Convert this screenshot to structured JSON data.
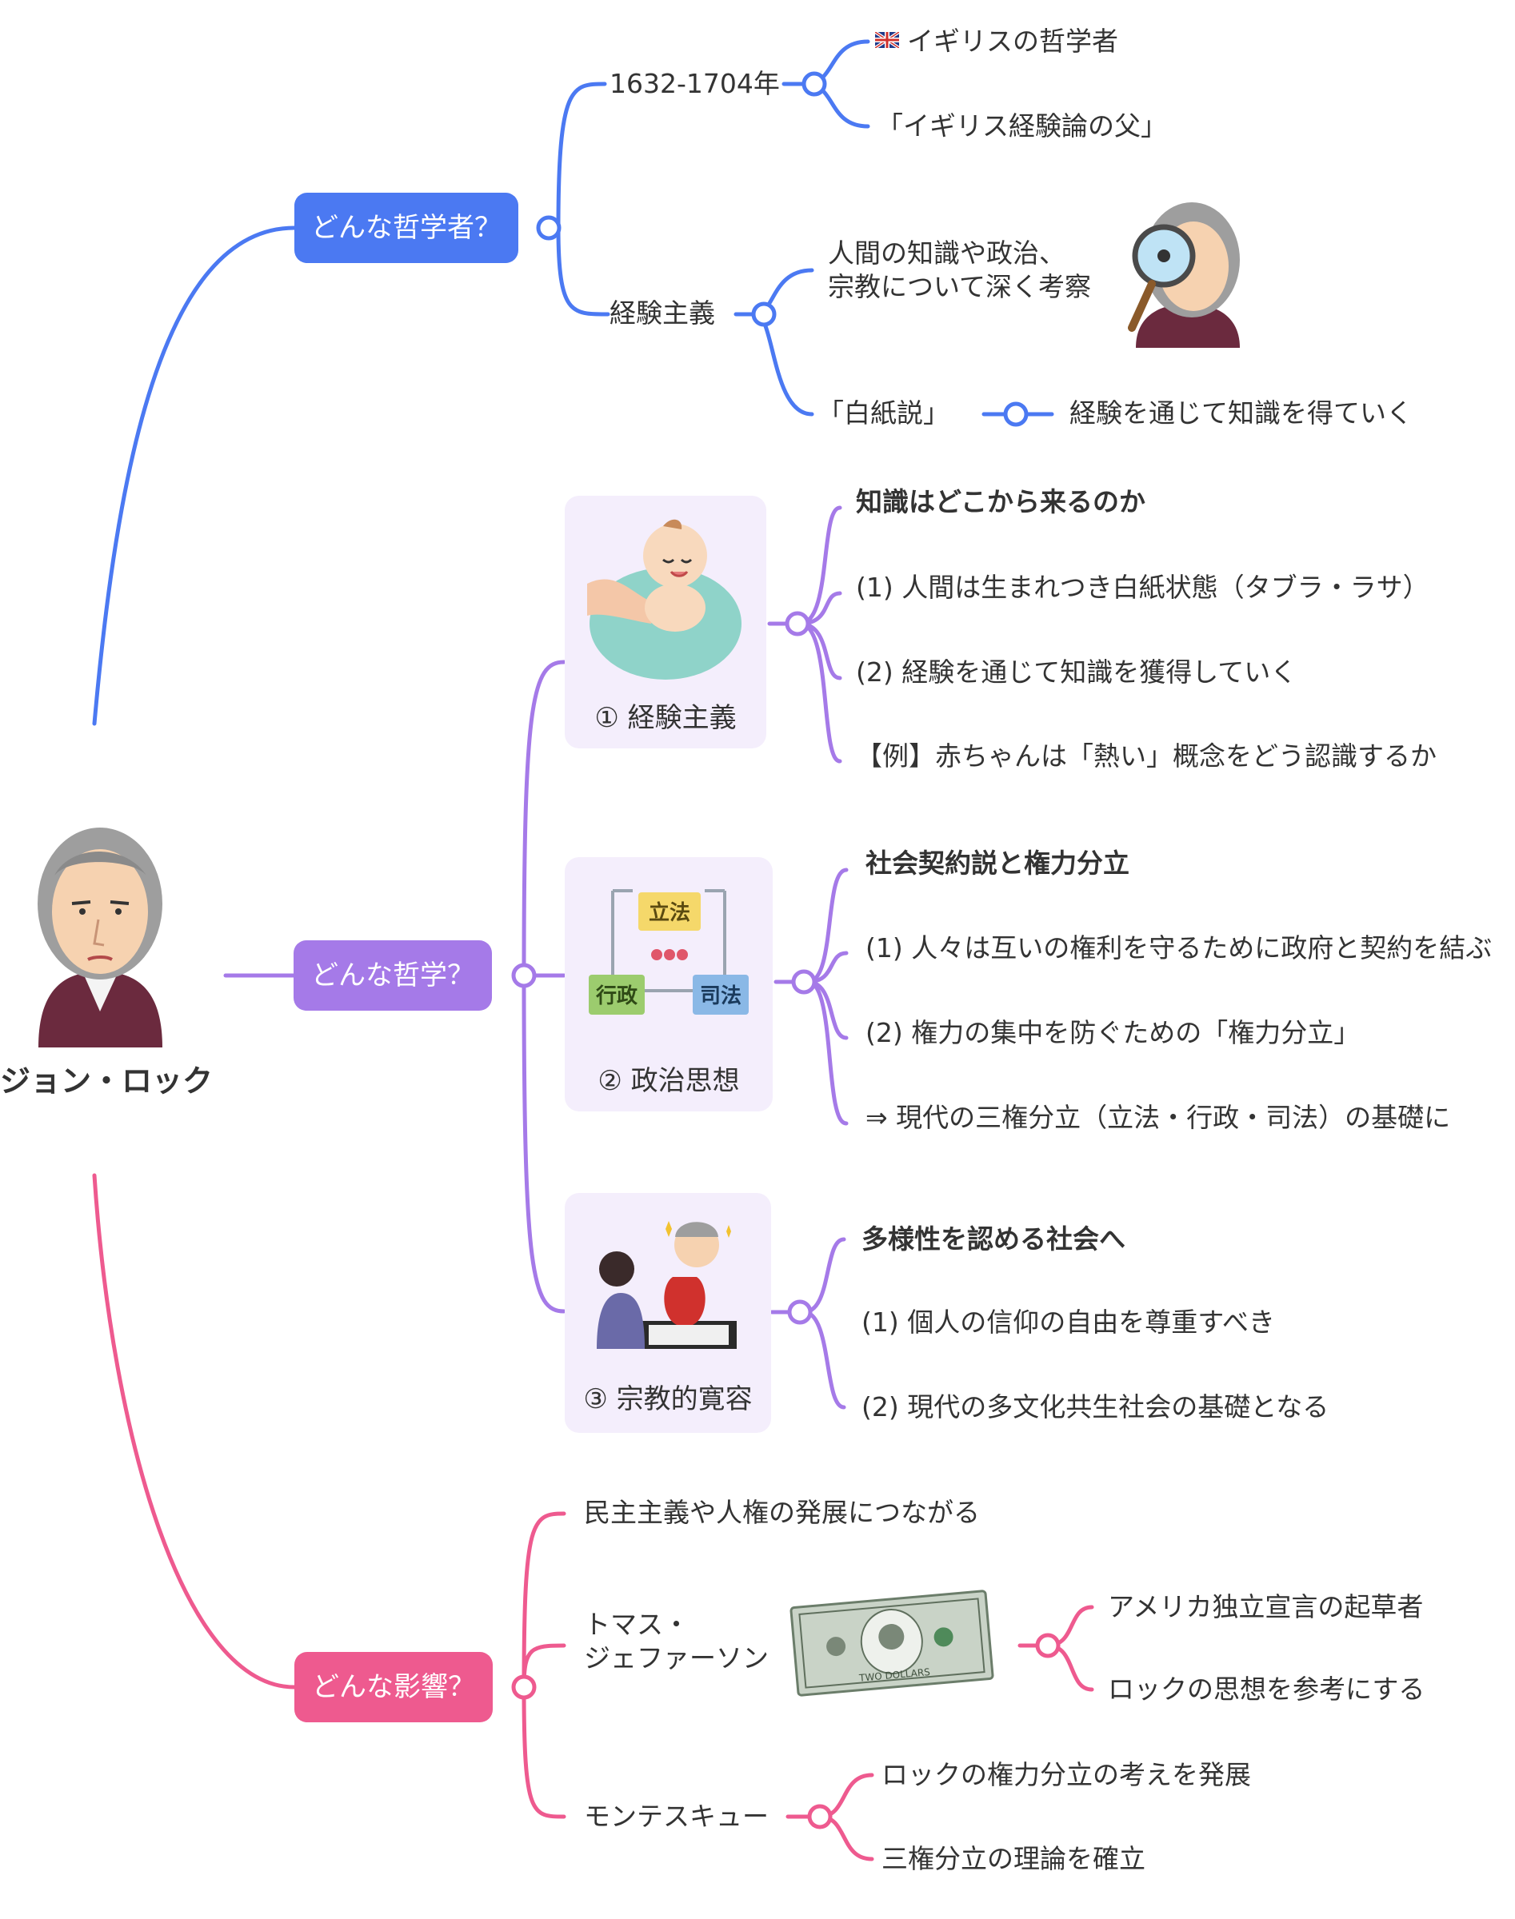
{
  "colors": {
    "blue": "#4b79f2",
    "purple": "#a57ae8",
    "pink": "#ee5a8f",
    "card_bg": "#f4eefc"
  },
  "center": {
    "name": "ジョン・ロック",
    "portrait": "john-locke-portrait"
  },
  "branch1": {
    "label": "どんな哲学者？",
    "era": {
      "label": "1632-1704年",
      "flag": "uk-flag-icon",
      "items": [
        "イギリスの哲学者",
        "「イギリス経験論の父」"
      ]
    },
    "empiricism": {
      "label": "経験主義",
      "desc_line1": "人間の知識や政治、",
      "desc_line2": "宗教について深く考察",
      "blank_slate": "「白紙説」",
      "blank_slate_child": "経験を通じて知識を得ていく"
    }
  },
  "branch2": {
    "label": "どんな哲学？",
    "cards": [
      {
        "label": "① 経験主義",
        "heading": "知識はどこから来るのか",
        "items": [
          "(1) 人間は生まれつき白紙状態（タブラ・ラサ）",
          "(2) 経験を通じて知識を獲得していく",
          "【例】赤ちゃんは「熱い」概念をどう認識するか"
        ]
      },
      {
        "label": "② 政治思想",
        "heading": "社会契約説と権力分立",
        "items": [
          "(1) 人々は互いの権利を守るために政府と契約を結ぶ",
          "(2) 権力の集中を防ぐための「権力分立」",
          "⇒ 現代の三権分立（立法・行政・司法）の基礎に"
        ],
        "diagram": {
          "legislative": "立法",
          "executive": "行政",
          "judicial": "司法"
        }
      },
      {
        "label": "③ 宗教的寛容",
        "heading": "多様性を認める社会へ",
        "items": [
          "(1) 個人の信仰の自由を尊重すべき",
          "(2) 現代の多文化共生社会の基礎となる"
        ]
      }
    ]
  },
  "branch3": {
    "label": "どんな影響？",
    "democracy": "民主主義や人権の発展につながる",
    "jefferson": {
      "line1": "トマス・",
      "line2": "ジェファーソン",
      "bill_text": "TWO DOLLARS",
      "items": [
        "アメリカ独立宣言の起草者",
        "ロックの思想を参考にする"
      ]
    },
    "montesquieu": {
      "label": "モンテスキュー",
      "items": [
        "ロックの権力分立の考えを発展",
        "三権分立の理論を確立"
      ]
    }
  }
}
